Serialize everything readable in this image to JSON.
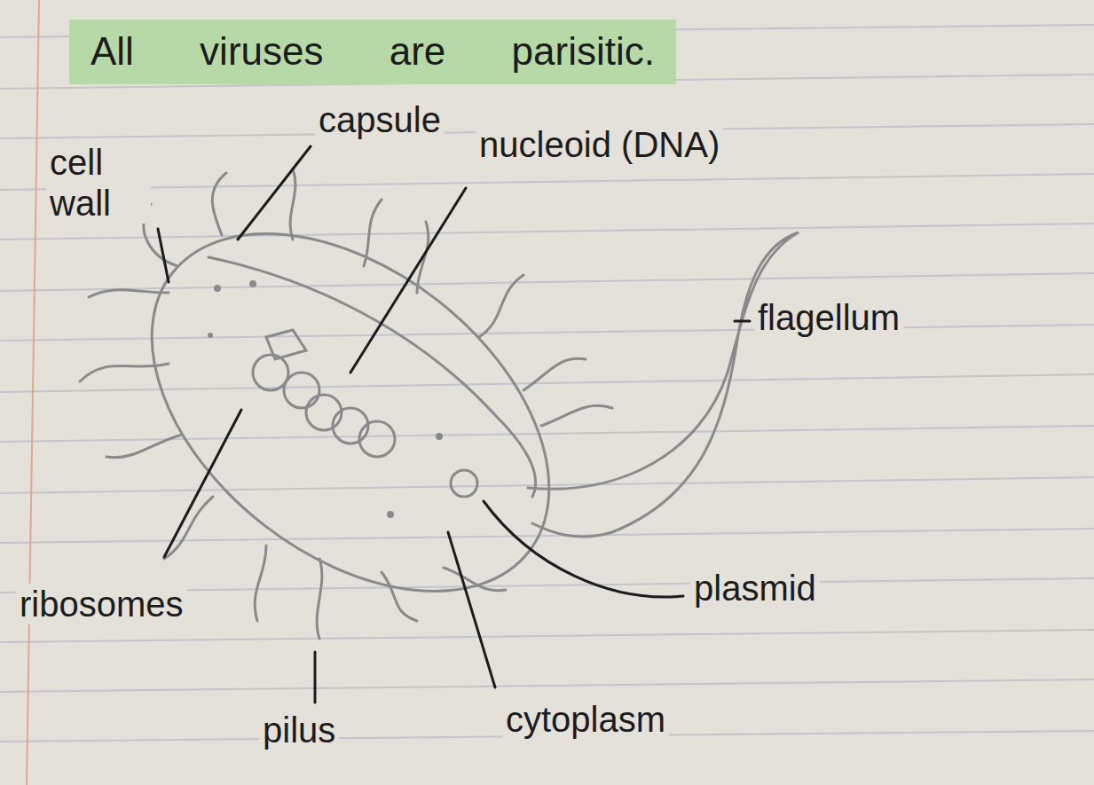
{
  "diagram": {
    "title": "All viruses are parisitic.",
    "labels": [
      "cell wall",
      "capsule",
      "nucleoid (DNA)",
      "flagellum",
      "ribosomes",
      "plasmid",
      "pilus",
      "cytoplasm"
    ]
  }
}
